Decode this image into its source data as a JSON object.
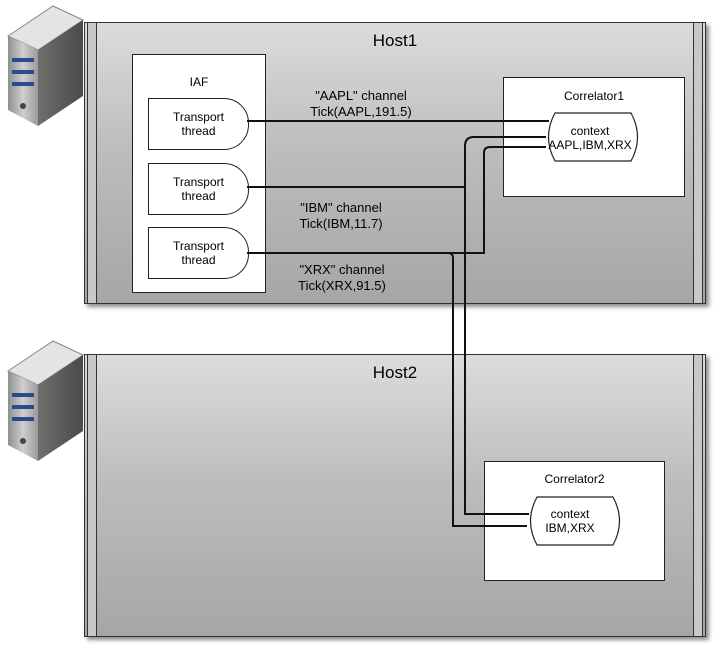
{
  "hosts": [
    {
      "title": "Host1"
    },
    {
      "title": "Host2"
    }
  ],
  "iaf": {
    "title": "IAF",
    "threads": [
      {
        "line1": "Transport",
        "line2": "thread"
      },
      {
        "line1": "Transport",
        "line2": "thread"
      },
      {
        "line1": "Transport",
        "line2": "thread"
      }
    ]
  },
  "correlator1": {
    "title": "Correlator1",
    "context_line1": "context",
    "context_line2": "AAPL,IBM,XRX"
  },
  "correlator2": {
    "title": "Correlator2",
    "context_line1": "context",
    "context_line2": "IBM,XRX"
  },
  "channels": [
    {
      "name": "\"AAPL\" channel",
      "tick": "Tick(AAPL,191.5)"
    },
    {
      "name": "\"IBM\" channel",
      "tick": "Tick(IBM,11.7)"
    },
    {
      "name": "\"XRX\" channel",
      "tick": "Tick(XRX,91.5)"
    }
  ],
  "icons": {
    "server": "server-tower-icon"
  }
}
